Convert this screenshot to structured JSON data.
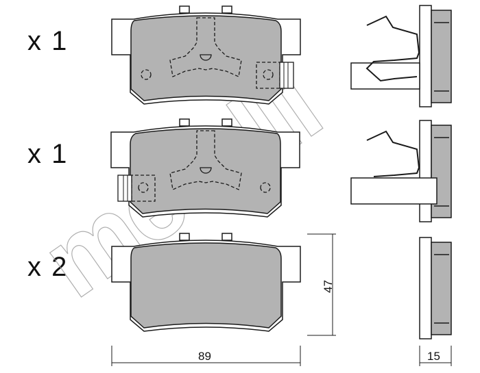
{
  "logo_watermark": "metelli",
  "quantities": [
    "x 1",
    "x 1",
    "x 2"
  ],
  "dimensions": {
    "width": "89",
    "height": "47",
    "thickness": "15"
  },
  "colors": {
    "friction": "#b3b3b3",
    "line": "#1a1a1a",
    "watermark": "#9a9a9a"
  }
}
